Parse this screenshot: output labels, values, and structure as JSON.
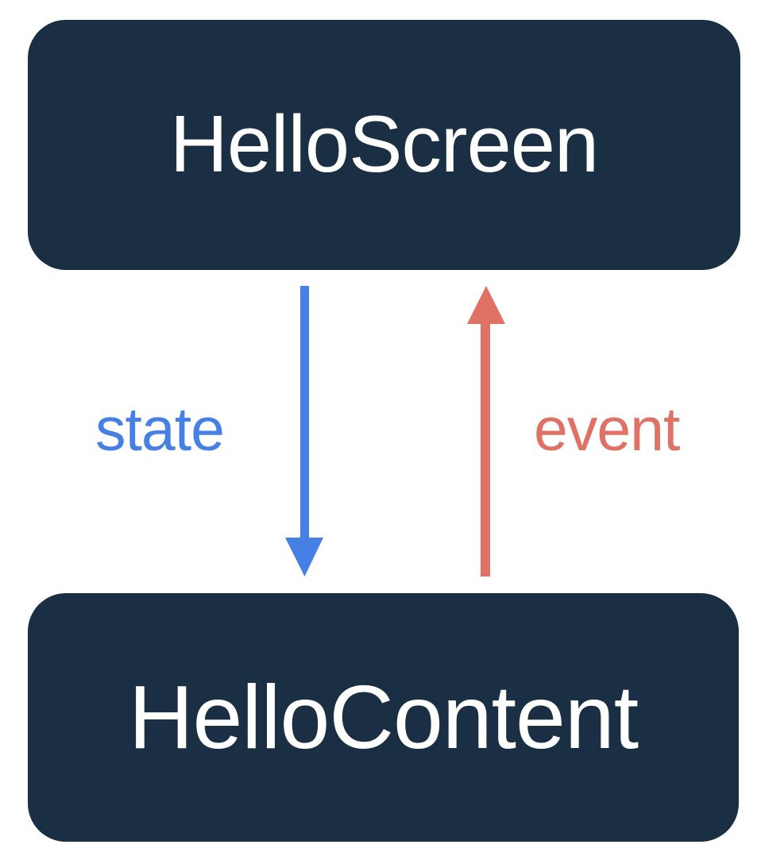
{
  "diagram": {
    "title": "HelloScreen / HelloContent unidirectional data flow",
    "background_color": "#ffffff",
    "nodes": [
      {
        "id": "hello-screen",
        "label": "HelloScreen",
        "fill_color": "#1a2f44",
        "text_color": "#ffffff"
      },
      {
        "id": "hello-content",
        "label": "HelloContent",
        "fill_color": "#1a2f44",
        "text_color": "#ffffff"
      }
    ],
    "edges": [
      {
        "id": "state-edge",
        "label": "state",
        "color": "#4680e5",
        "from": "HelloScreen",
        "to": "HelloContent",
        "direction": "down"
      },
      {
        "id": "event-edge",
        "label": "event",
        "color": "#df7265",
        "from": "HelloContent",
        "to": "HelloScreen",
        "direction": "up"
      }
    ]
  }
}
